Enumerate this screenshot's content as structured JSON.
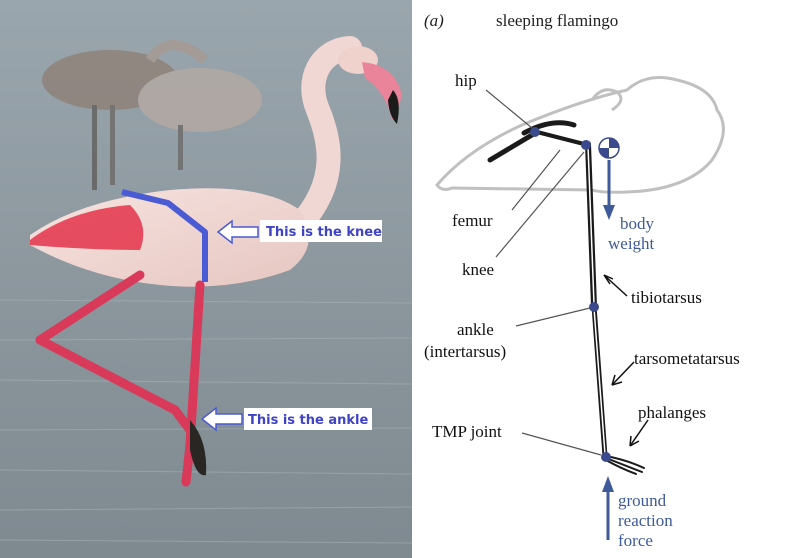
{
  "photo": {
    "callouts": {
      "knee": "This is the knee",
      "ankle": "This is the ankle"
    },
    "colors": {
      "water": "#8e9aa2",
      "leg": "#d93a5a",
      "plumage": "#f2d3cf",
      "wing": "#e4324a",
      "marker": "#4a5bd4"
    }
  },
  "diagram": {
    "panel_label": "(a)",
    "title": "sleeping flamingo",
    "labels": {
      "hip": "hip",
      "femur": "femur",
      "knee": "knee",
      "tibiotarsus": "tibiotarsus",
      "ankle": "ankle",
      "intertarsus": "(intertarsus)",
      "tarsometatarsus": "tarsometatarsus",
      "phalanges": "phalanges",
      "tmp_joint": "TMP joint",
      "body_weight_1": "body",
      "body_weight_2": "weight",
      "grf_1": "ground",
      "grf_2": "reaction",
      "grf_3": "force"
    },
    "colors": {
      "arrow": "#3f5a99",
      "joint": "#3b4a8c",
      "outline": "#bdbdbd",
      "bone": "#1a1a1a"
    }
  }
}
